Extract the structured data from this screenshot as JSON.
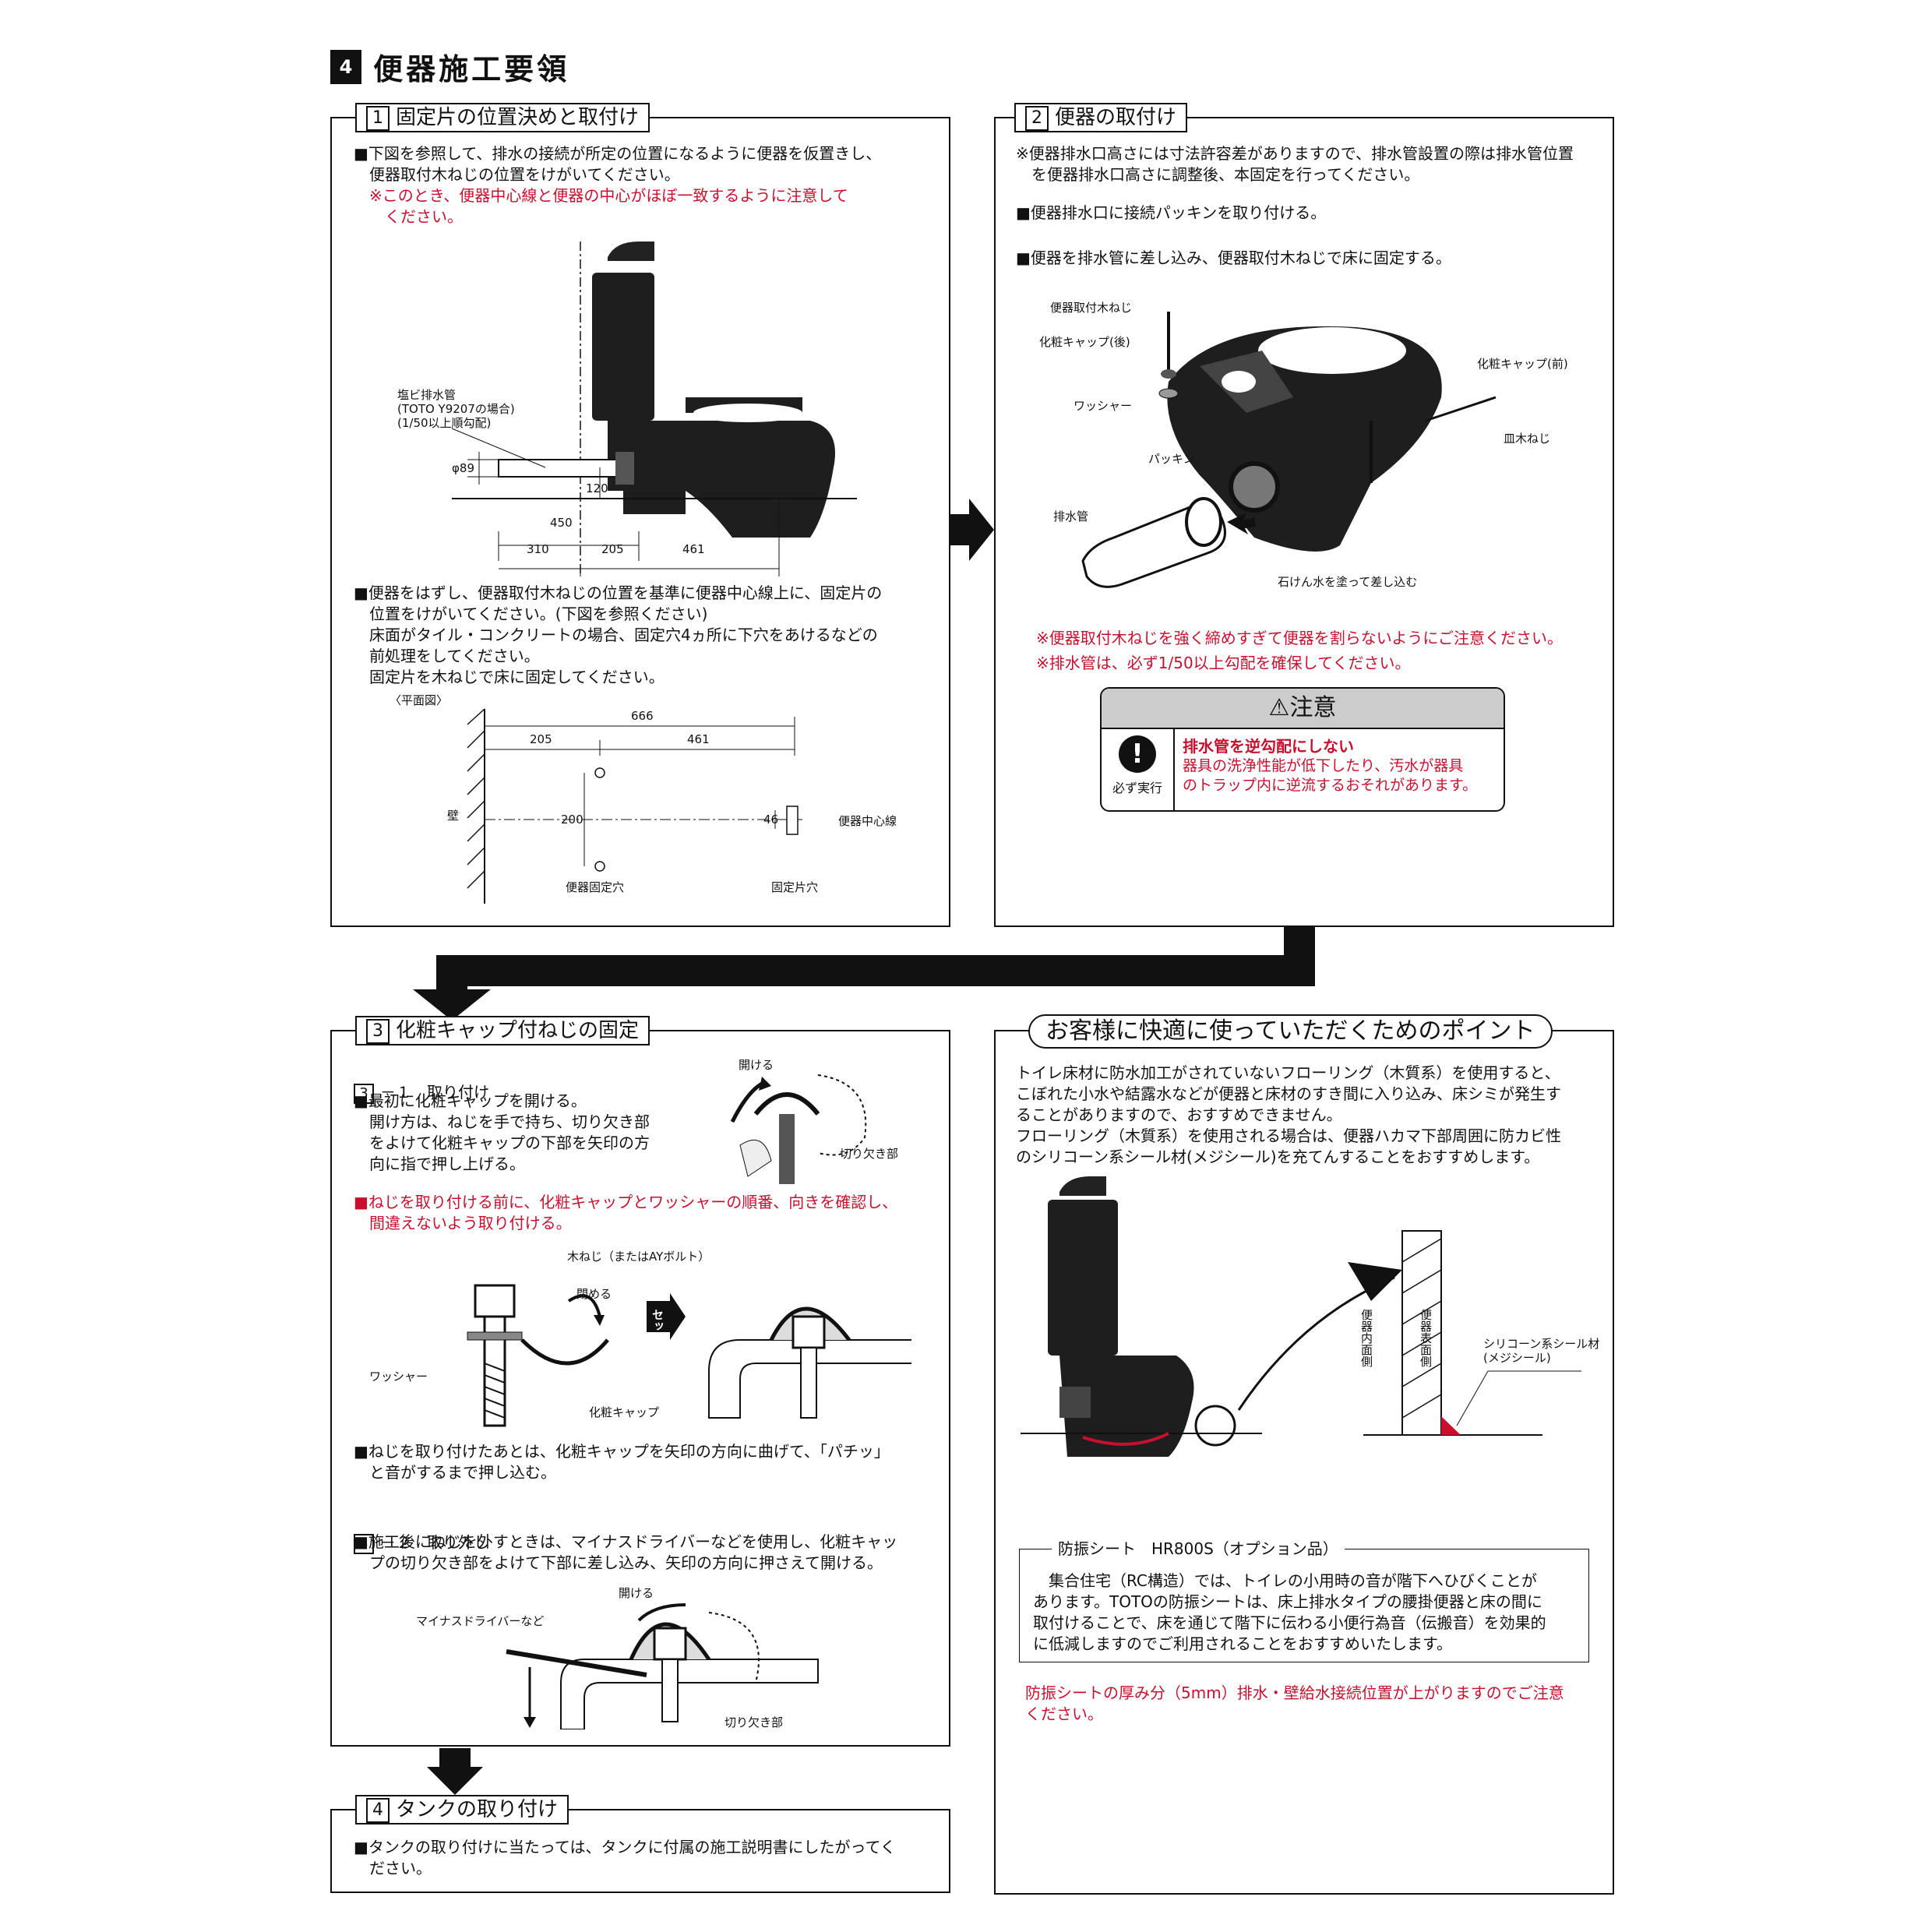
{
  "header": {
    "number": "4",
    "title": "便器施工要領"
  },
  "step1": {
    "num": "1",
    "title": "固定片の位置決めと取付け",
    "para1": "■下図を参照して、排水の接続が所定の位置になるように便器を仮置きし、\n　便器取付木ねじの位置をけがいてください。",
    "note1": "※このとき、便器中心線と便器の中心がほぼ一致するように注意して\n　ください。",
    "pipe_label": "塩ビ排水管\n(TOTO Y9207の場合)\n(1/50以上順勾配)",
    "dims": {
      "phi": "φ89",
      "d120": "120",
      "d450": "450",
      "d310": "310",
      "d205": "205",
      "d461": "461"
    },
    "para2": "■便器をはずし、便器取付木ねじの位置を基準に便器中心線上に、固定片の\n　位置をけがいてください。(下図を参照ください)\n　床面がタイル・コンクリートの場合、固定穴4ヵ所に下穴をあけるなどの\n　前処理をしてください。\n　固定片を木ねじで床に固定してください。",
    "plan": {
      "title": "〈平面図〉",
      "d666": "666",
      "d205": "205",
      "d461": "461",
      "d200": "200",
      "d46": "46",
      "wall": "壁",
      "center_line": "便器中心線",
      "fix_hole": "便器固定穴",
      "fix_piece_hole": "固定片穴"
    }
  },
  "step2": {
    "num": "2",
    "title": "便器の取付け",
    "para1": "※便器排水口高さには寸法許容差がありますので、排水管設置の際は排水管位置\n　を便器排水口高さに調整後、本固定を行ってください。",
    "para2": "■便器排水口に接続パッキンを取り付ける。",
    "para3": "■便器を排水管に差し込み、便器取付木ねじで床に固定する。",
    "labels": {
      "screw": "便器取付木ねじ",
      "cap_rear": "化粧キャップ(後)",
      "washer": "ワッシャー",
      "packing": "パッキン",
      "pipe": "排水管",
      "cap_front": "化粧キャップ(前)",
      "dish_screw": "皿木ねじ",
      "soap": "石けん水を塗って差し込む"
    },
    "warn1": "※便器取付木ねじを強く締めすぎて便器を割らないようにご注意ください。",
    "warn2": "※排水管は、必ず1/50以上勾配を確保してください。",
    "caution": {
      "title": "注意",
      "must": "必ず実行",
      "head": "排水管を逆勾配にしない",
      "body": "器具の洗浄性能が低下したり、汚水が器具\nのトラップ内に逆流するおそれがあります。"
    }
  },
  "step3": {
    "num": "3",
    "title": "化粧キャップ付ねじの固定",
    "sub1": "－１　取り付け",
    "sub1_num": "3",
    "para1": "■最初に化粧キャップを開ける。\n　開け方は、ねじを手で持ち、切り欠き部\n　をよけて化粧キャップの下部を矢印の方\n　向に指で押し上げる。",
    "open1": "開ける",
    "notch1": "切り欠き部",
    "warn": "■ねじを取り付ける前に、化粧キャップとワッシャーの順番、向きを確認し、\n　間違えないよう取り付ける。",
    "labels": {
      "wood_screw": "木ねじ（またはAYボルト）",
      "close": "閉める",
      "washer": "ワッシャー",
      "cap": "化粧キャップ",
      "after_set": "セット後"
    },
    "para2": "■ねじを取り付けたあとは、化粧キャップを矢印の方向に曲げて、「パチッ」\n　と音がするまで押し込む。",
    "sub2": "－２　取り外し",
    "sub2_num": "3",
    "para3": "■施工後にねじを外すときは、マイナスドライバーなどを使用し、化粧キャッ\n　プの切り欠き部をよけて下部に差し込み、矢印の方向に押さえて開ける。",
    "open2": "開ける",
    "driver": "マイナスドライバーなど",
    "notch2": "切り欠き部"
  },
  "step4": {
    "num": "4",
    "title": "タンクの取り付け",
    "para": "■タンクの取り付けに当たっては、タンクに付属の施工説明書にしたがってく\n　ださい。"
  },
  "points": {
    "title": "お客様に快適に使っていただくためのポイント",
    "para": "トイレ床材に防水加工がされていないフローリング（木質系）を使用すると、\nこぼれた小水や結露水などが便器と床材のすき間に入り込み、床シミが発生す\nることがありますので、おすすめできません。\nフローリング（木質系）を使用される場合は、便器ハカマ下部周囲に防カビ性\nのシリコーン系シール材(メジシール)を充てんすることをおすすめします。",
    "inner": "便器内面側",
    "outer": "便器表面側",
    "seal": "シリコーン系シール材\n(メジシール)",
    "sheet_title": "防振シート　HR800S（オプション品）",
    "sheet_text": "　集合住宅（RC構造）では、トイレの小用時の音が階下へひびくことが\nあります。TOTOの防振シートは、床上排水タイプの腰掛便器と床の間に\n取付けることで、床を通じて階下に伝わる小便行為音（伝搬音）を効果的\nに低減しますのでご利用されることをおすすめいたします。",
    "sheet_warn": "防振シートの厚み分（5mm）排水・壁給水接続位置が上がりますのでご注意\nください。"
  },
  "colors": {
    "accent_red": "#c8102e",
    "ink": "#111111"
  }
}
